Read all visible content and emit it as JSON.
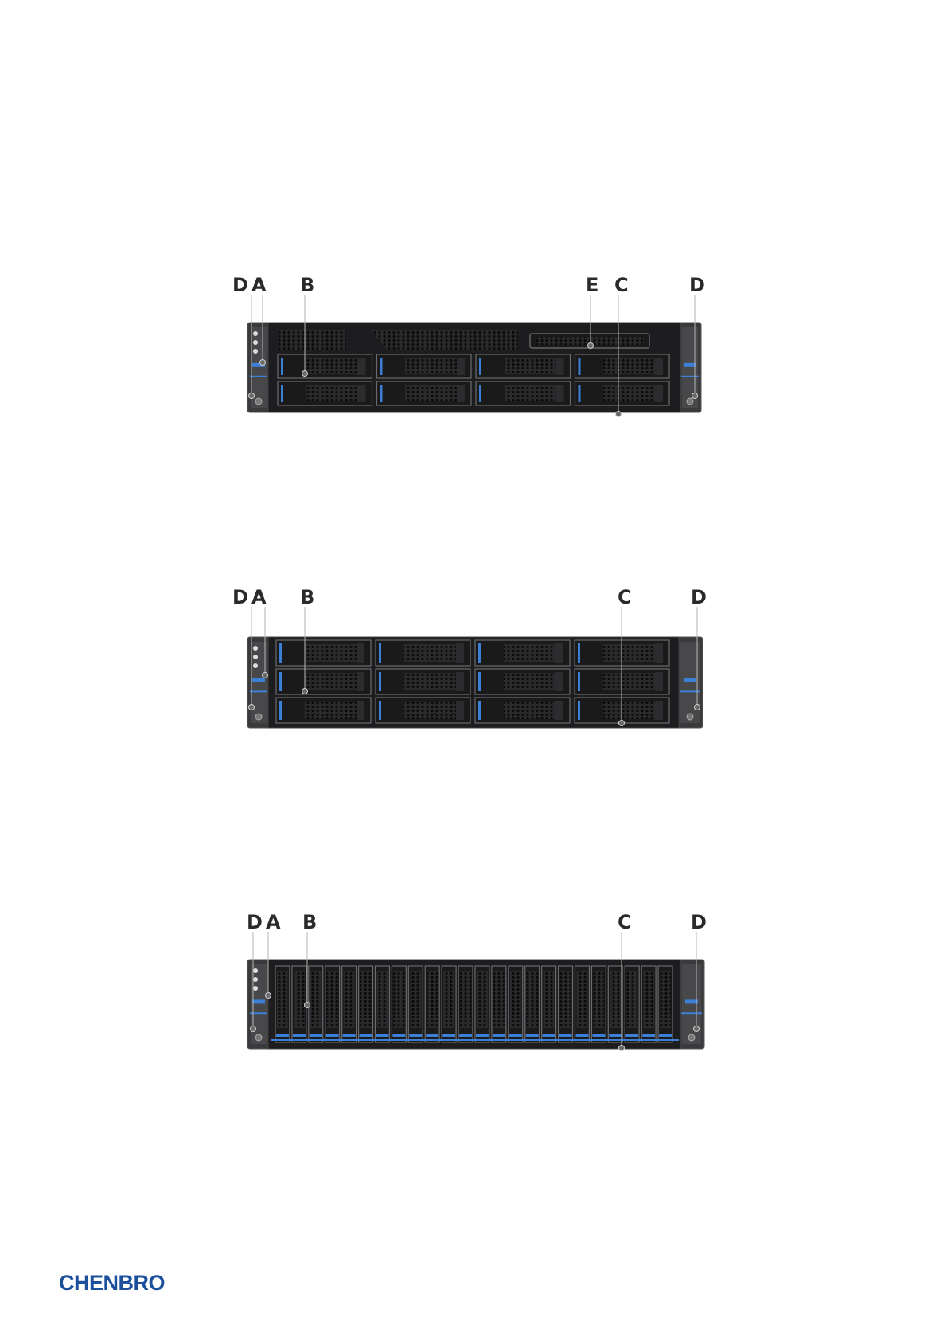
{
  "figures": [
    {
      "id": "fig-8bay",
      "callouts": [
        "D",
        "A",
        "B",
        "E",
        "C",
        "D"
      ],
      "bay_rows": 2,
      "bay_cols": 4,
      "has_top_vent": true
    },
    {
      "id": "fig-12bay",
      "callouts": [
        "D",
        "A",
        "B",
        "C",
        "D"
      ],
      "bay_rows": 3,
      "bay_cols": 4,
      "has_top_vent": false
    },
    {
      "id": "fig-24bay",
      "callouts": [
        "D",
        "A",
        "B",
        "C",
        "D"
      ],
      "bay_rows": 1,
      "bay_cols": 24,
      "has_top_vent": false
    }
  ],
  "brand": {
    "logo_text": "CHENBRO",
    "color": "#1c4f9c"
  },
  "colors": {
    "accent_blue": "#3b7fd6",
    "chassis": "#1d1d1f",
    "ear": "#3a3a3c"
  }
}
